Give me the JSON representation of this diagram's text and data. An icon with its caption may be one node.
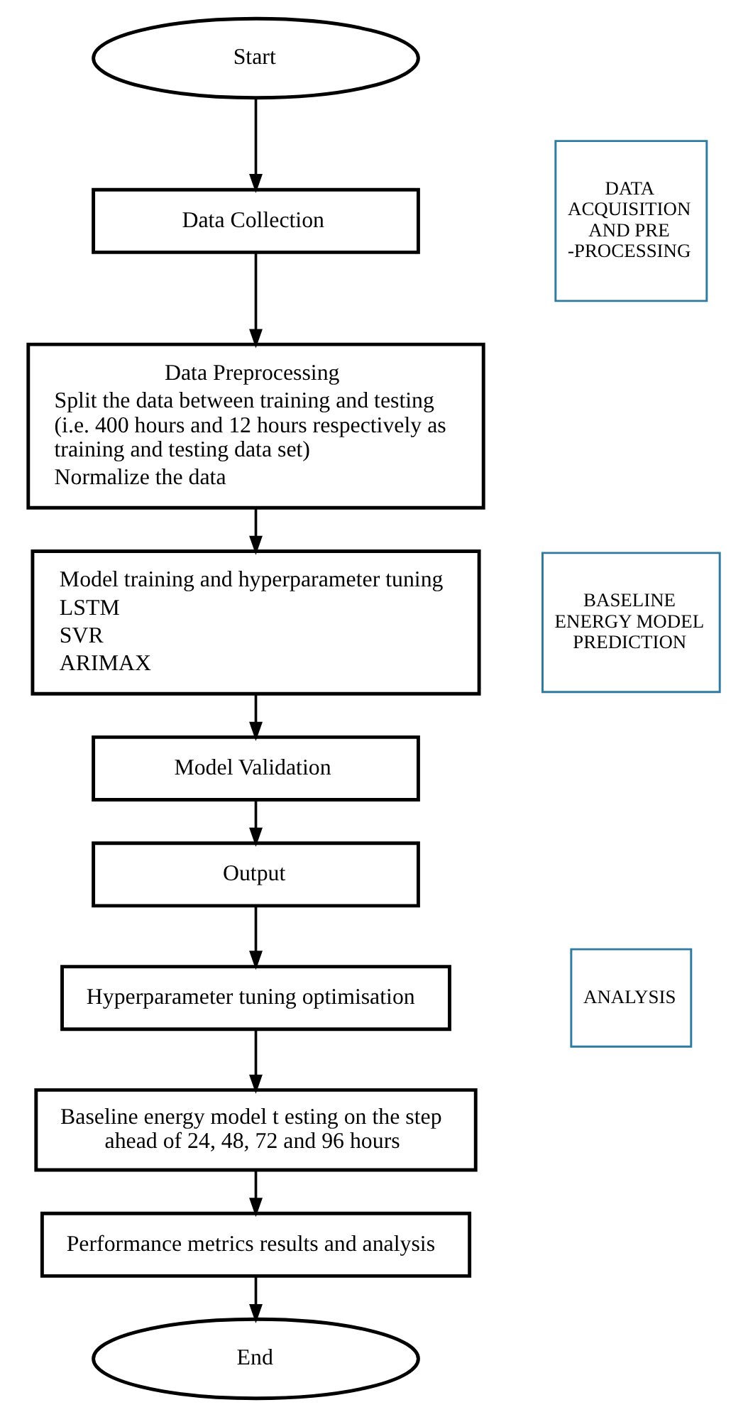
{
  "diagram": {
    "nodes": [
      {
        "text": [
          "Start"
        ]
      },
      {
        "text": [
          "DATA ACQUISITION AND PRE -PROCESSING"
        ]
      },
      {
        "text": [
          "Data Collection"
        ]
      },
      {
        "text": [
          "Data Preprocessing",
          "Split the data between training and testing (i.e. 400 hours and 12 hours respectively as training and testing data set)",
          "Normalize the data"
        ]
      },
      {
        "text": [
          "BASELINE ENERGY MODEL PREDICTION"
        ]
      },
      {
        "text": [
          "Model training and hyperparameter tuning",
          "LSTM",
          "SVR",
          "ARIMAX"
        ]
      },
      {
        "text": [
          "Model Validation"
        ]
      },
      {
        "text": [
          "Output"
        ]
      },
      {
        "text": [
          "ANALYSIS"
        ]
      },
      {
        "text": [
          "Hyperparameter tuning optimisation"
        ]
      },
      {
        "text": [
          "Baseline energy model t esting on the step ahead of 24, 48, 72 and 96 hours"
        ]
      },
      {
        "text": [
          "Performance metrics results and analysis"
        ]
      },
      {
        "text": [
          "End"
        ]
      }
    ],
    "edges": [
      {
        "from": 0,
        "to": 2,
        "arrow": "to"
      },
      {
        "from": 2,
        "to": 3,
        "arrow": "to"
      },
      {
        "from": 3,
        "to": 5,
        "arrow": "to"
      },
      {
        "from": 5,
        "to": 6,
        "arrow": "to"
      },
      {
        "from": 6,
        "to": 7,
        "arrow": "to"
      },
      {
        "from": 7,
        "to": 9,
        "arrow": "to"
      },
      {
        "from": 9,
        "to": 10,
        "arrow": "to"
      },
      {
        "from": 10,
        "to": 11,
        "arrow": "to"
      },
      {
        "from": 11,
        "to": 12,
        "arrow": "to"
      }
    ]
  }
}
